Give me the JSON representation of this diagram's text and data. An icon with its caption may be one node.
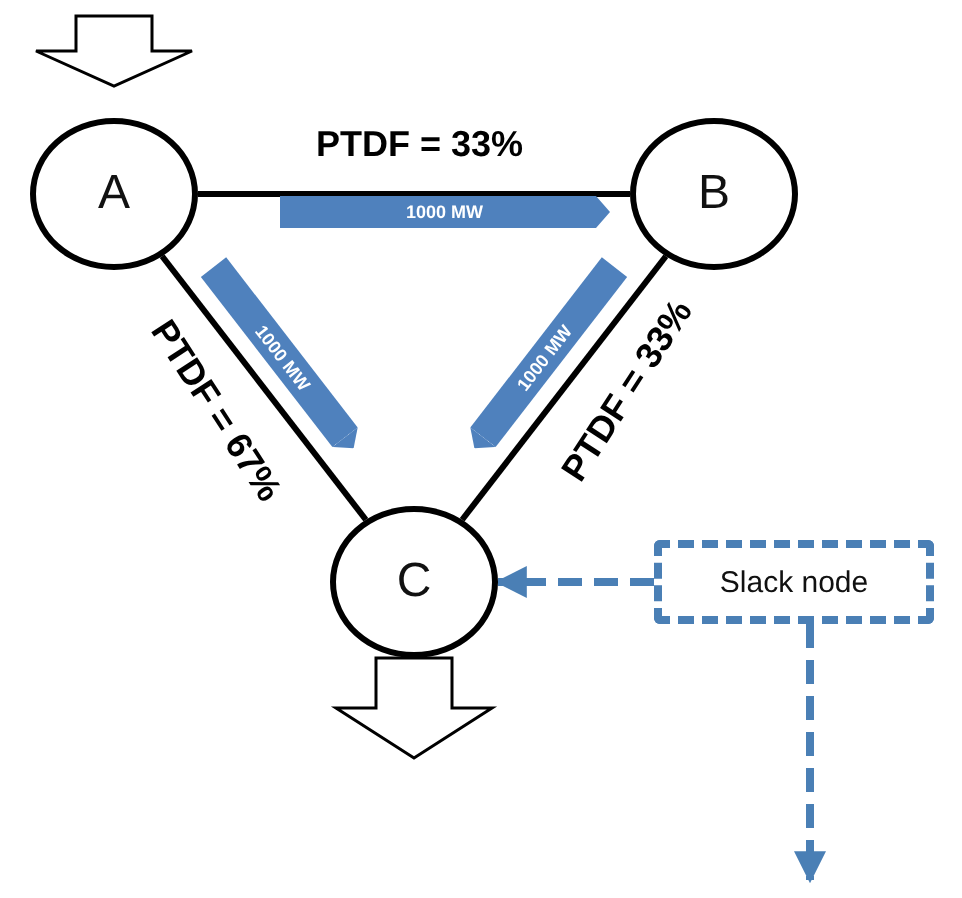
{
  "diagram": {
    "nodes": [
      {
        "text": [
          "A"
        ]
      },
      {
        "text": [
          "B"
        ]
      },
      {
        "text": [
          "C"
        ]
      },
      {
        "text": [
          "Slack node"
        ]
      }
    ],
    "edges": [
      {
        "from": 0,
        "to": 1,
        "arrow": "none",
        "label": "PTDF = 33%"
      },
      {
        "from": 0,
        "to": 2,
        "arrow": "none",
        "label": "PTDF = 67%"
      },
      {
        "from": 1,
        "to": 2,
        "arrow": "none",
        "label": "PTDF = 33%"
      },
      {
        "from": 0,
        "to": 1,
        "arrow": "to",
        "label": "1000 MW",
        "style": "thick",
        "color": "#4f81bd"
      },
      {
        "from": 0,
        "to": 2,
        "arrow": "to",
        "label": "1000 MW",
        "style": "thick",
        "color": "#4f81bd"
      },
      {
        "from": 1,
        "to": 2,
        "arrow": "to",
        "label": "1000 MW",
        "style": "thick",
        "color": "#4f81bd"
      },
      {
        "from": 3,
        "to": 2,
        "arrow": "to",
        "style": "dashed",
        "color": "#4a7fb5"
      },
      {
        "from": 3,
        "to": null,
        "arrow": "to",
        "style": "dashed",
        "color": "#4a7fb5"
      },
      {
        "from": null,
        "to": 0,
        "arrow": "to"
      },
      {
        "from": 2,
        "to": null,
        "arrow": "to"
      }
    ]
  }
}
